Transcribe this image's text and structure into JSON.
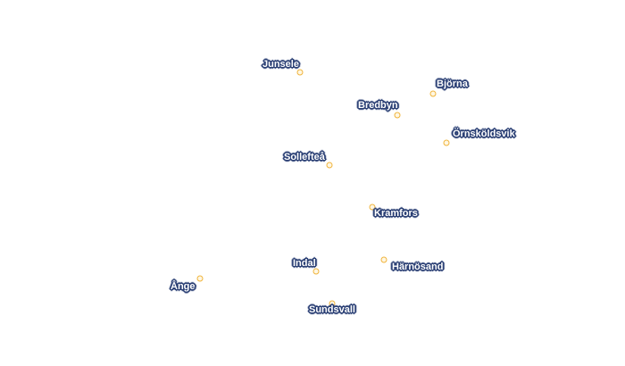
{
  "places": {
    "junsele": "Junsele",
    "bjorna": "Björna",
    "bredbyn": "Bredbyn",
    "ornskoldsvik": "Örnsköldsvik",
    "solleftea": "Sollefteå",
    "kramfors": "Kramfors",
    "indal": "Indal",
    "harnosand": "Härnösand",
    "ange": "Ånge",
    "sundsvall": "Sundsvall"
  },
  "colors": {
    "marker": "#f0b43c",
    "label_halo": "#2a3f74",
    "label_text": "#ffffff"
  }
}
